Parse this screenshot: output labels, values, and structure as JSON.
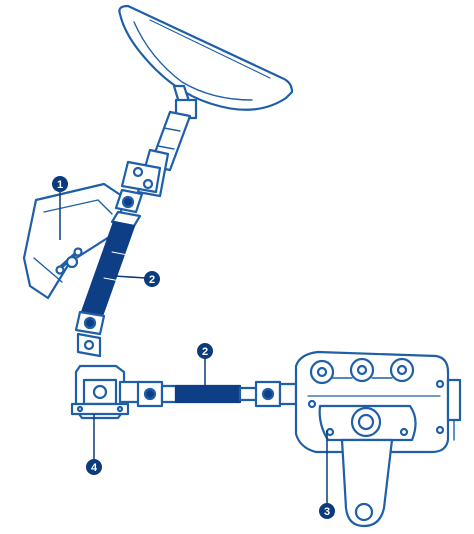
{
  "colors": {
    "line": "#1f5fa8",
    "fill": "#ffffff",
    "highlight": "#0e3f86",
    "callout": "#0b3b7a"
  },
  "callouts": [
    {
      "label": "1"
    },
    {
      "label": "2"
    },
    {
      "label": "2"
    },
    {
      "label": "3"
    },
    {
      "label": "4"
    }
  ]
}
